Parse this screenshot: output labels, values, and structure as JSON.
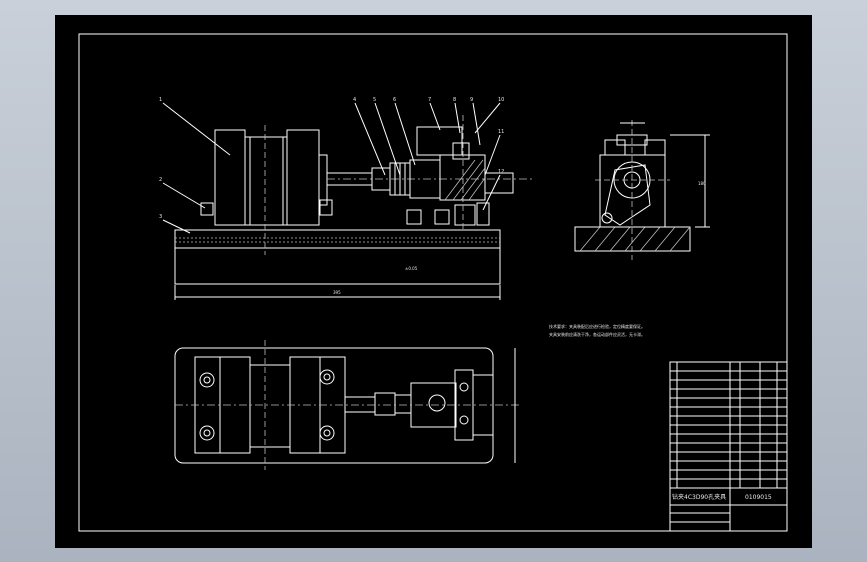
{
  "drawing": {
    "title": "钻夹4C3D90孔夹具",
    "drawing_number": "0109015"
  },
  "callouts": [
    "1",
    "2",
    "3",
    "4",
    "5",
    "6",
    "7",
    "8",
    "9",
    "10",
    "11",
    "12"
  ],
  "dimensions": {
    "overall_length": "395",
    "length_tol": "±0.05",
    "height": "180"
  },
  "tech_note": {
    "line1": "技术要求：夹具装配后应进行检验，定位精度要保证。",
    "line2": "夹具安装前应清洗干净，各运动部件应灵活，无卡滞。"
  }
}
